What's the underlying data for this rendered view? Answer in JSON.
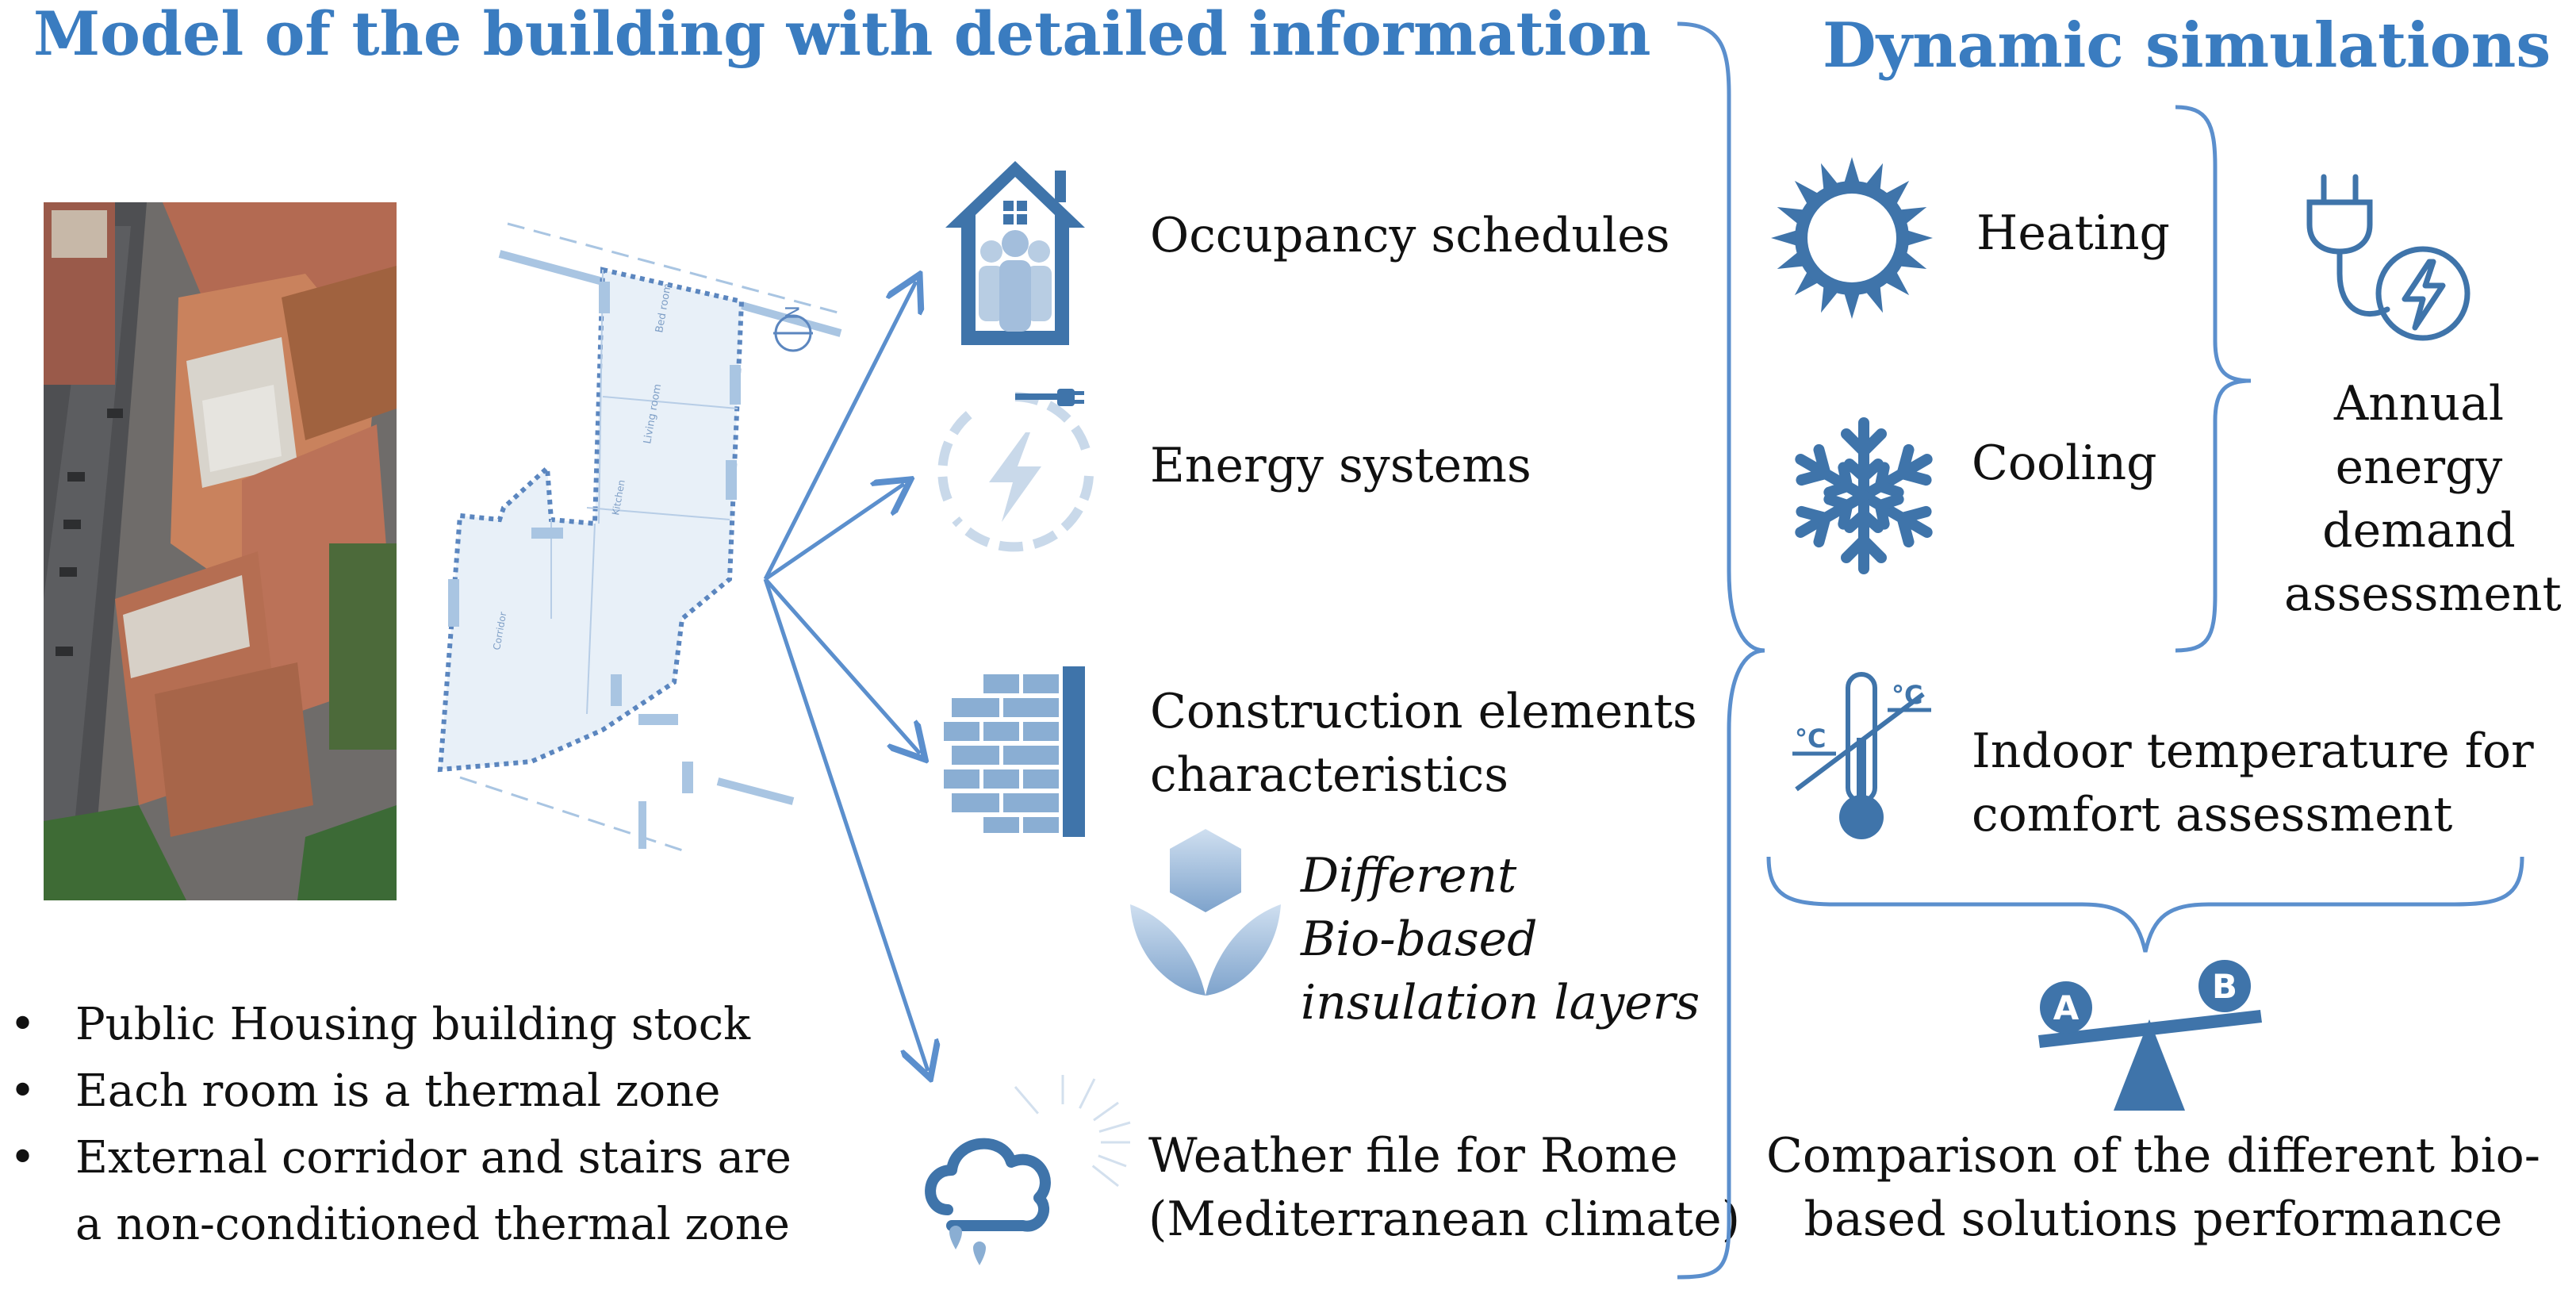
{
  "left_title": "Model of the building with detailed information",
  "right_title": "Dynamic simulations",
  "bullets": [
    "Public Housing building stock",
    "Each room is a thermal zone",
    "External corridor and stairs are",
    "a non-conditioned thermal zone"
  ],
  "floor_plan": {
    "rooms": [
      "Bed room",
      "Living room",
      "Kitchen",
      "Corridor"
    ]
  },
  "inputs": {
    "occupancy": "Occupancy schedules",
    "energy": "Energy systems",
    "construction_line1": "Construction elements",
    "construction_line2": "characteristics",
    "bio_line1": "Different",
    "bio_line2": "Bio-based",
    "bio_line3": "insulation layers",
    "weather_line1": "Weather file for Rome",
    "weather_line2": "(Mediterranean climate)"
  },
  "simulation": {
    "heating": "Heating",
    "cooling": "Cooling",
    "annual_line1": "Annual",
    "annual_line2": "energy",
    "annual_line3": "demand",
    "annual_line4": "assessment",
    "indoor_line1": "Indoor temperature for",
    "indoor_line2": "comfort assessment",
    "comparison_line1": "Comparison of the different bio-",
    "comparison_line2": "based solutions performance",
    "scale_a": "A",
    "scale_b": "B",
    "degc_left": "°C",
    "degc_right": "°C"
  },
  "colors": {
    "accent": "#3a7cc0",
    "icon_blue": "#3f74aa",
    "light_blue": "#a9c5e2"
  }
}
